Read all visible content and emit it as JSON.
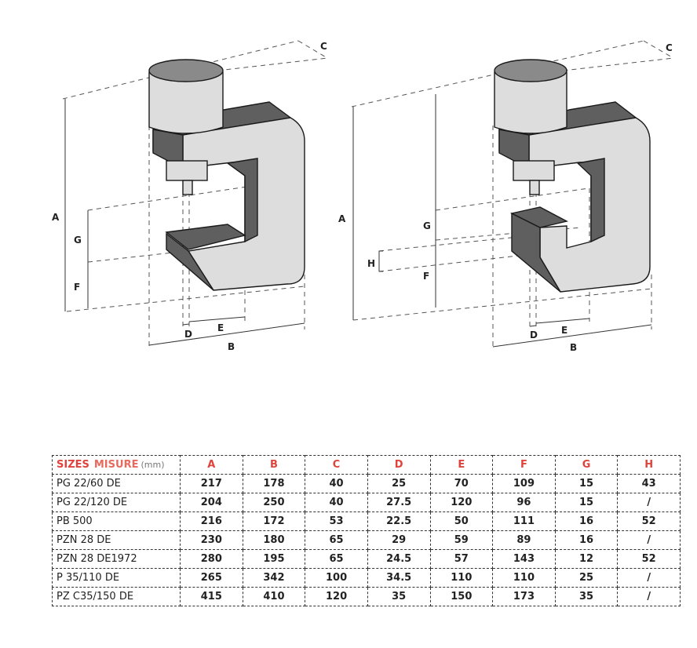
{
  "diagram": {
    "left": {
      "labels": {
        "A": "A",
        "B": "B",
        "C": "C",
        "D": "D",
        "E": "E",
        "F": "F",
        "G": "G"
      }
    },
    "right": {
      "labels": {
        "A": "A",
        "B": "B",
        "C": "C",
        "D": "D",
        "E": "E",
        "F": "F",
        "G": "G",
        "H": "H"
      }
    }
  },
  "table": {
    "header": {
      "sizes": "SIZES",
      "misure": "MISURE",
      "unit": "(mm)",
      "columns": [
        "A",
        "B",
        "C",
        "D",
        "E",
        "F",
        "G",
        "H"
      ]
    },
    "rows": [
      {
        "model": "PG 22/60 DE",
        "values": [
          "217",
          "178",
          "40",
          "25",
          "70",
          "109",
          "15",
          "43"
        ]
      },
      {
        "model": "PG 22/120 DE",
        "values": [
          "204",
          "250",
          "40",
          "27.5",
          "120",
          "96",
          "15",
          "/"
        ]
      },
      {
        "model": "PB 500",
        "values": [
          "216",
          "172",
          "53",
          "22.5",
          "50",
          "111",
          "16",
          "52"
        ]
      },
      {
        "model": "PZN 28 DE",
        "values": [
          "230",
          "180",
          "65",
          "29",
          "59",
          "89",
          "16",
          "/"
        ]
      },
      {
        "model": "PZN 28 DE1972",
        "values": [
          "280",
          "195",
          "65",
          "24.5",
          "57",
          "143",
          "12",
          "52"
        ]
      },
      {
        "model": "P 35/110 DE",
        "values": [
          "265",
          "342",
          "100",
          "34.5",
          "110",
          "110",
          "25",
          "/"
        ]
      },
      {
        "model": "PZ C35/150 DE",
        "values": [
          "415",
          "410",
          "120",
          "35",
          "150",
          "173",
          "35",
          "/"
        ]
      }
    ]
  }
}
